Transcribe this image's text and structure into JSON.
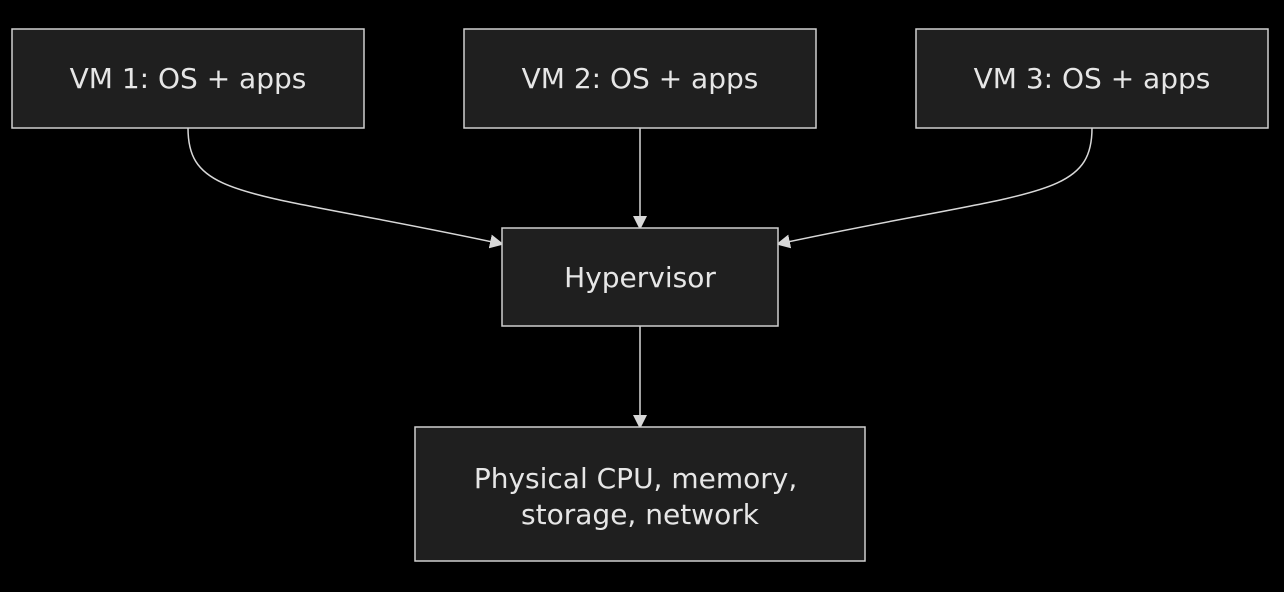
{
  "diagram": {
    "nodes": [
      {
        "id": "vm1",
        "lines": [
          "VM 1: OS + apps"
        ]
      },
      {
        "id": "vm2",
        "lines": [
          "VM 2: OS + apps"
        ]
      },
      {
        "id": "vm3",
        "lines": [
          "VM 3: OS + apps"
        ]
      },
      {
        "id": "hypervisor",
        "lines": [
          "Hypervisor"
        ]
      },
      {
        "id": "hardware",
        "lines": [
          "Physical CPU, memory,",
          "storage, network"
        ]
      }
    ],
    "edges": [
      {
        "from": "vm1",
        "to": "hypervisor"
      },
      {
        "from": "vm2",
        "to": "hypervisor"
      },
      {
        "from": "vm3",
        "to": "hypervisor"
      },
      {
        "from": "hypervisor",
        "to": "hardware"
      }
    ],
    "colors": {
      "background": "#000000",
      "node_fill": "#1f1f1f",
      "node_border": "#cfcfcf",
      "text": "#e6e6e6",
      "edge": "#d8d8d8"
    }
  }
}
